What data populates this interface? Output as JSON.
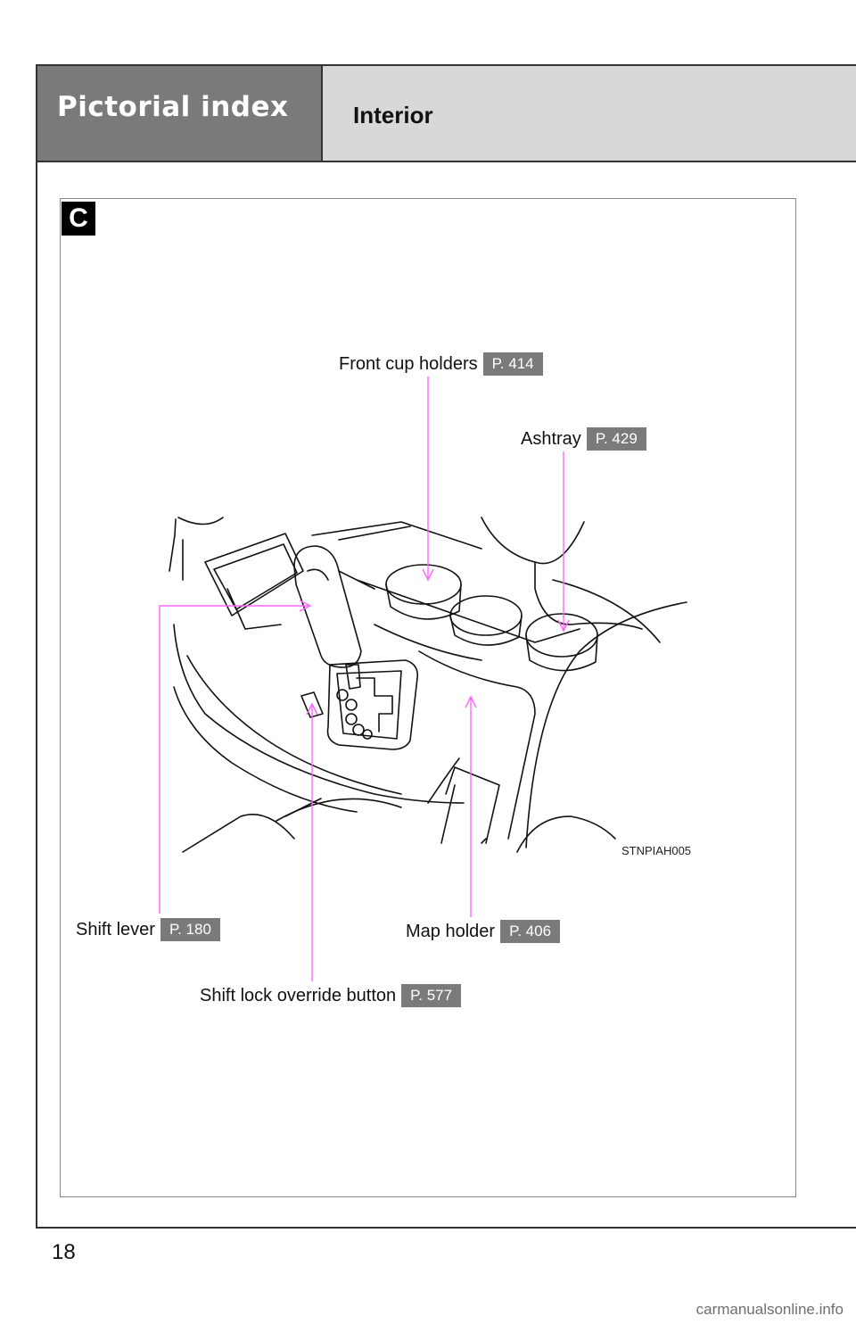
{
  "header": {
    "section_title": "Pictorial index",
    "subsection_title": "Interior"
  },
  "section_badge": "C",
  "callouts": [
    {
      "id": "front-cup-holders",
      "label": "Front cup holders",
      "page_ref": "P. 414"
    },
    {
      "id": "ashtray",
      "label": "Ashtray",
      "page_ref": "P. 429"
    },
    {
      "id": "shift-lever",
      "label": "Shift lever",
      "page_ref": "P. 180"
    },
    {
      "id": "map-holder",
      "label": "Map holder",
      "page_ref": "P. 406"
    },
    {
      "id": "shift-lock-override-button",
      "label": "Shift lock override button",
      "page_ref": "P. 577"
    }
  ],
  "image_code": "STNPIAH005",
  "page_number": "18",
  "watermark": "carmanualsonline.info",
  "colors": {
    "leader_line": "#ff66ff",
    "header_dark": "#7a7a7a",
    "header_light": "#d8d8d8",
    "page_ref_bg": "#7a7a7a"
  }
}
